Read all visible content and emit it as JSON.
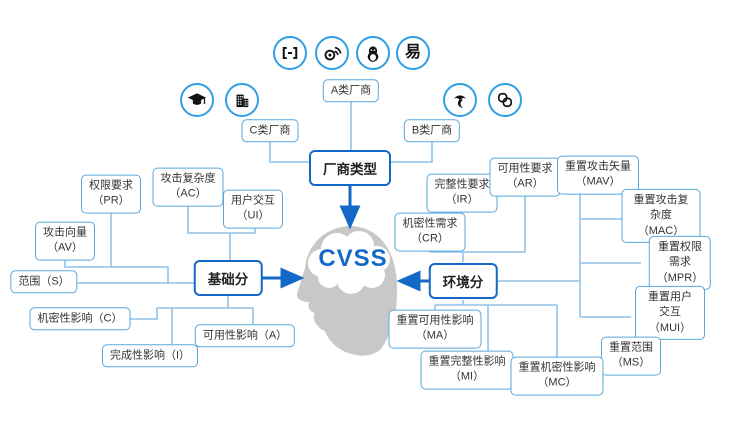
{
  "center": {
    "label": "CVSS"
  },
  "main": {
    "vendor_type": "厂商类型",
    "base_score": "基础分",
    "env_score": "环境分"
  },
  "vendors": {
    "a": "A类厂商",
    "b": "B类厂商",
    "c": "C类厂商"
  },
  "icons": {
    "code_brackets": "code-brackets",
    "weibo": "weibo",
    "qq": "qq-penguin",
    "netease_glyph": "易",
    "graduation": "graduation-cap",
    "building": "office-building",
    "telecom": "china-telecom",
    "unicom": "china-unicom"
  },
  "base_metrics": {
    "av": "攻击向量\n（AV）",
    "pr": "权限要求\n（PR）",
    "ac": "攻击复杂度\n（AC）",
    "ui": "用户交互\n（UI）",
    "s": "范围（S）",
    "c": "机密性影响（C）",
    "i": "完成性影响（I）",
    "a": "可用性影响（A）"
  },
  "env_metrics": {
    "cr": "机密性需求\n（CR）",
    "ir": "完整性要求\n（IR）",
    "ar": "可用性要求\n（AR）",
    "mav": "重置攻击矢量\n（MAV）",
    "mac": "重置攻击复杂度\n（MAC）",
    "mpr": "重置权限需求\n（MPR）",
    "mui": "重置用户交互\n（MUI）",
    "ms": "重置范围\n（MS）",
    "ma": "重置可用性影响\n（MA）",
    "mi": "重置完整性影响\n（MI）",
    "mc": "重置机密性影响\n（MC）"
  },
  "colors": {
    "accent": "#1468c8",
    "node_border": "#5aa7dd",
    "connector": "#8fc2ea",
    "head_gray": "#c8c8c8",
    "icon_ring": "#2f9fe5"
  }
}
